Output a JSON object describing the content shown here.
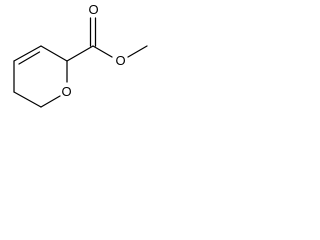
{
  "molecule": {
    "atoms": {
      "ring_oxygen": "O",
      "carbonyl_oxygen": "O",
      "ester_oxygen": "O"
    },
    "colors": {
      "bond": "#000000",
      "label": "#000000",
      "background": "#ffffff"
    }
  }
}
